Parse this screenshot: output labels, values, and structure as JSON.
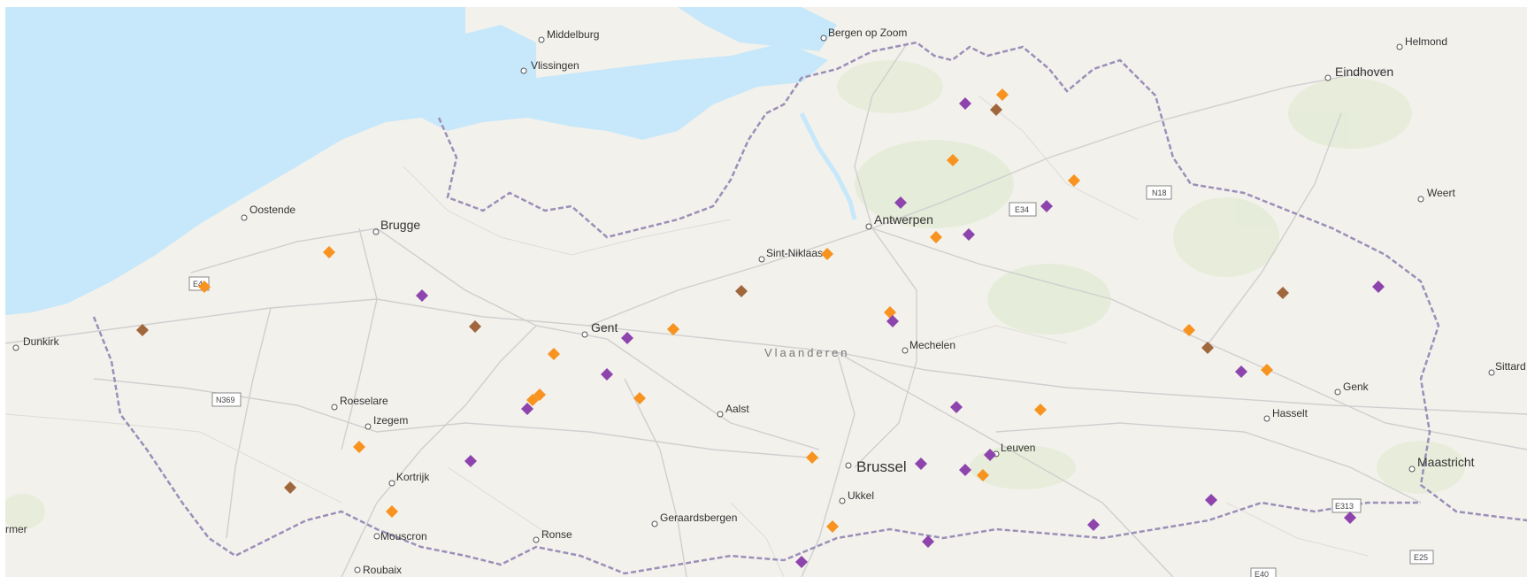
{
  "map": {
    "colors": {
      "sea": "#c6e8fa",
      "land": "#f3f1ec",
      "border": "#9b8fb8",
      "road": "#c9c9c9",
      "marker_orange": "#f7931e",
      "marker_purple": "#8e44ad",
      "marker_brown": "#a0663c"
    },
    "places": [
      {
        "name": "Middelburg",
        "size": "sm"
      },
      {
        "name": "Vlissingen",
        "size": "sm"
      },
      {
        "name": "Bergen op Zoom",
        "size": "sm"
      },
      {
        "name": "Helmond",
        "size": "sm"
      },
      {
        "name": "Eindhoven",
        "size": "md"
      },
      {
        "name": "Weert",
        "size": "sm"
      },
      {
        "name": "Oostende",
        "size": "sm"
      },
      {
        "name": "Brugge",
        "size": "md"
      },
      {
        "name": "Antwerpen",
        "size": "md"
      },
      {
        "name": "Sint-Niklaas",
        "size": "sm"
      },
      {
        "name": "Dunkirk",
        "size": "sm"
      },
      {
        "name": "Gent",
        "size": "md"
      },
      {
        "name": "Mechelen",
        "size": "sm"
      },
      {
        "name": "Sittard",
        "size": "sm"
      },
      {
        "name": "Genk",
        "size": "sm"
      },
      {
        "name": "Roeselare",
        "size": "sm"
      },
      {
        "name": "Izegem",
        "size": "sm"
      },
      {
        "name": "Aalst",
        "size": "sm"
      },
      {
        "name": "Hasselt",
        "size": "sm"
      },
      {
        "name": "Leuven",
        "size": "sm"
      },
      {
        "name": "Brussel",
        "size": "lg"
      },
      {
        "name": "Maastricht",
        "size": "md"
      },
      {
        "name": "Kortrijk",
        "size": "sm"
      },
      {
        "name": "Ukkel",
        "size": "sm"
      },
      {
        "name": "Geraardsbergen",
        "size": "sm"
      },
      {
        "name": "Mouscron",
        "size": "sm"
      },
      {
        "name": "Ronse",
        "size": "sm"
      },
      {
        "name": "Roubaix",
        "size": "sm"
      },
      {
        "name": "rmer",
        "size": "sm"
      }
    ],
    "region_label": "Vlaanderen",
    "road_shields": [
      "E34",
      "N18",
      "N369",
      "E313",
      "E25",
      "E40",
      "E4"
    ]
  }
}
